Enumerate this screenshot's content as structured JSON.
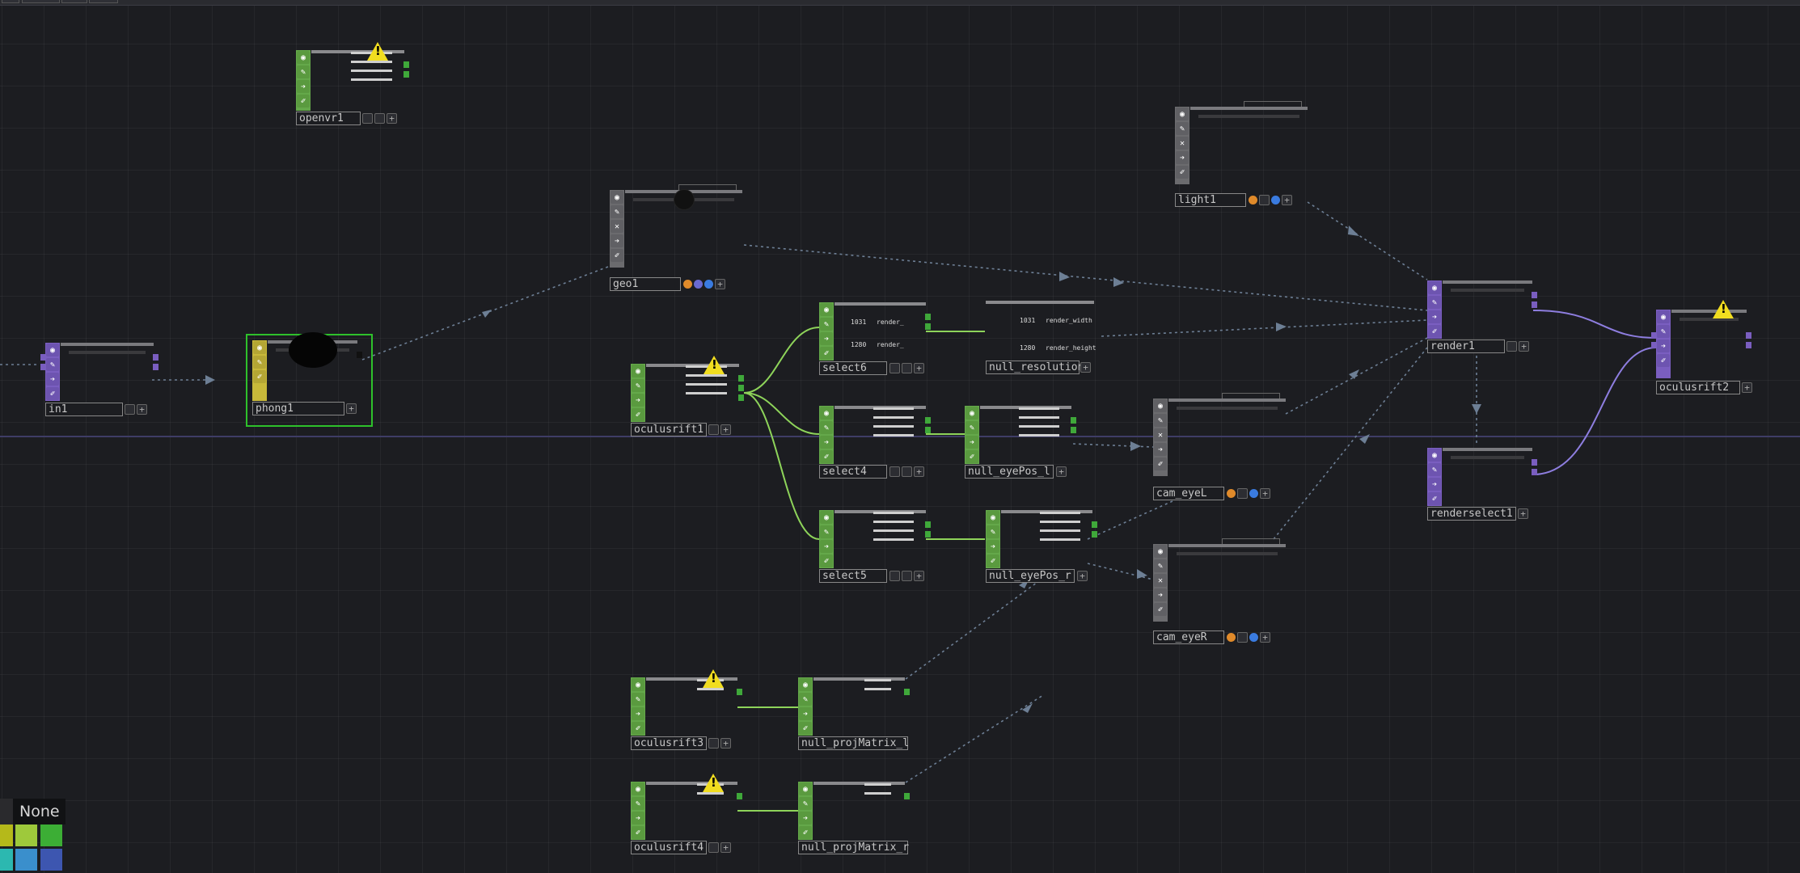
{
  "palette": {
    "label": "None",
    "colors": [
      "#b5b91a",
      "#9ec93b",
      "#3cae35",
      "#2cb8b0",
      "#3a8fcc",
      "#3d56b0"
    ]
  },
  "nodes": [
    {
      "id": "openvr1",
      "label": "openvr1",
      "family": "chop",
      "color": "#64a84a",
      "warning": true
    },
    {
      "id": "geo1",
      "label": "geo1",
      "family": "sop",
      "color": "#6b6b6e",
      "warning": false
    },
    {
      "id": "light1",
      "label": "light1",
      "family": "comp",
      "color": "#6b6b6e",
      "warning": false
    },
    {
      "id": "in1",
      "label": "in1",
      "family": "top",
      "color": "#7a5ec0",
      "warning": false
    },
    {
      "id": "phong1",
      "label": "phong1",
      "family": "mat",
      "color": "#c8b93a",
      "warning": false
    },
    {
      "id": "select6",
      "label": "select6",
      "family": "chop",
      "color": "#64a84a",
      "warning": false
    },
    {
      "id": "null_resolution",
      "label": "null_resolution",
      "family": "chop",
      "color": "#6b6b6e",
      "warning": false
    },
    {
      "id": "oculusrift1",
      "label": "oculusrift1",
      "family": "chop",
      "color": "#64a84a",
      "warning": true
    },
    {
      "id": "select4",
      "label": "select4",
      "family": "chop",
      "color": "#64a84a",
      "warning": false
    },
    {
      "id": "null_eyePos_l",
      "label": "null_eyePos_l",
      "family": "chop",
      "color": "#64a84a",
      "warning": false
    },
    {
      "id": "cam_eyeL",
      "label": "cam_eyeL",
      "family": "comp",
      "color": "#6b6b6e",
      "warning": false
    },
    {
      "id": "select5",
      "label": "select5",
      "family": "chop",
      "color": "#64a84a",
      "warning": false
    },
    {
      "id": "null_eyePos_r",
      "label": "null_eyePos_r",
      "family": "chop",
      "color": "#64a84a",
      "warning": false
    },
    {
      "id": "cam_eyeR",
      "label": "cam_eyeR",
      "family": "comp",
      "color": "#6b6b6e",
      "warning": false
    },
    {
      "id": "render1",
      "label": "render1",
      "family": "top",
      "color": "#7a5ec0",
      "warning": false
    },
    {
      "id": "renderselect1",
      "label": "renderselect1",
      "family": "top",
      "color": "#7a5ec0",
      "warning": false
    },
    {
      "id": "oculusrift2",
      "label": "oculusrift2",
      "family": "top",
      "color": "#7a5ec0",
      "warning": true
    },
    {
      "id": "oculusrift3",
      "label": "oculusrift3",
      "family": "chop",
      "color": "#64a84a",
      "warning": true
    },
    {
      "id": "null_projMatrix_l",
      "label": "null_projMatrix_l",
      "family": "chop",
      "color": "#64a84a",
      "warning": false
    },
    {
      "id": "oculusrift4",
      "label": "oculusrift4",
      "family": "chop",
      "color": "#64a84a",
      "warning": true
    },
    {
      "id": "null_projMatrix_r",
      "label": "null_projMatrix_r",
      "family": "chop",
      "color": "#64a84a",
      "warning": false
    }
  ],
  "texts": {
    "select6_v1": "1031",
    "select6_k1": "render_",
    "select6_v2": "1280",
    "select6_k2": "render_",
    "nullres_v1": "1031",
    "nullres_k1": "render_width",
    "nullres_v2": "1280",
    "nullres_k2": "render_height"
  },
  "colors": {
    "chop_wire": "#8ed45a",
    "top_wire": "#8e7ee0",
    "link_wire": "#6d7f95",
    "selection": "#2ec12b",
    "warning": "#f1dd20"
  }
}
